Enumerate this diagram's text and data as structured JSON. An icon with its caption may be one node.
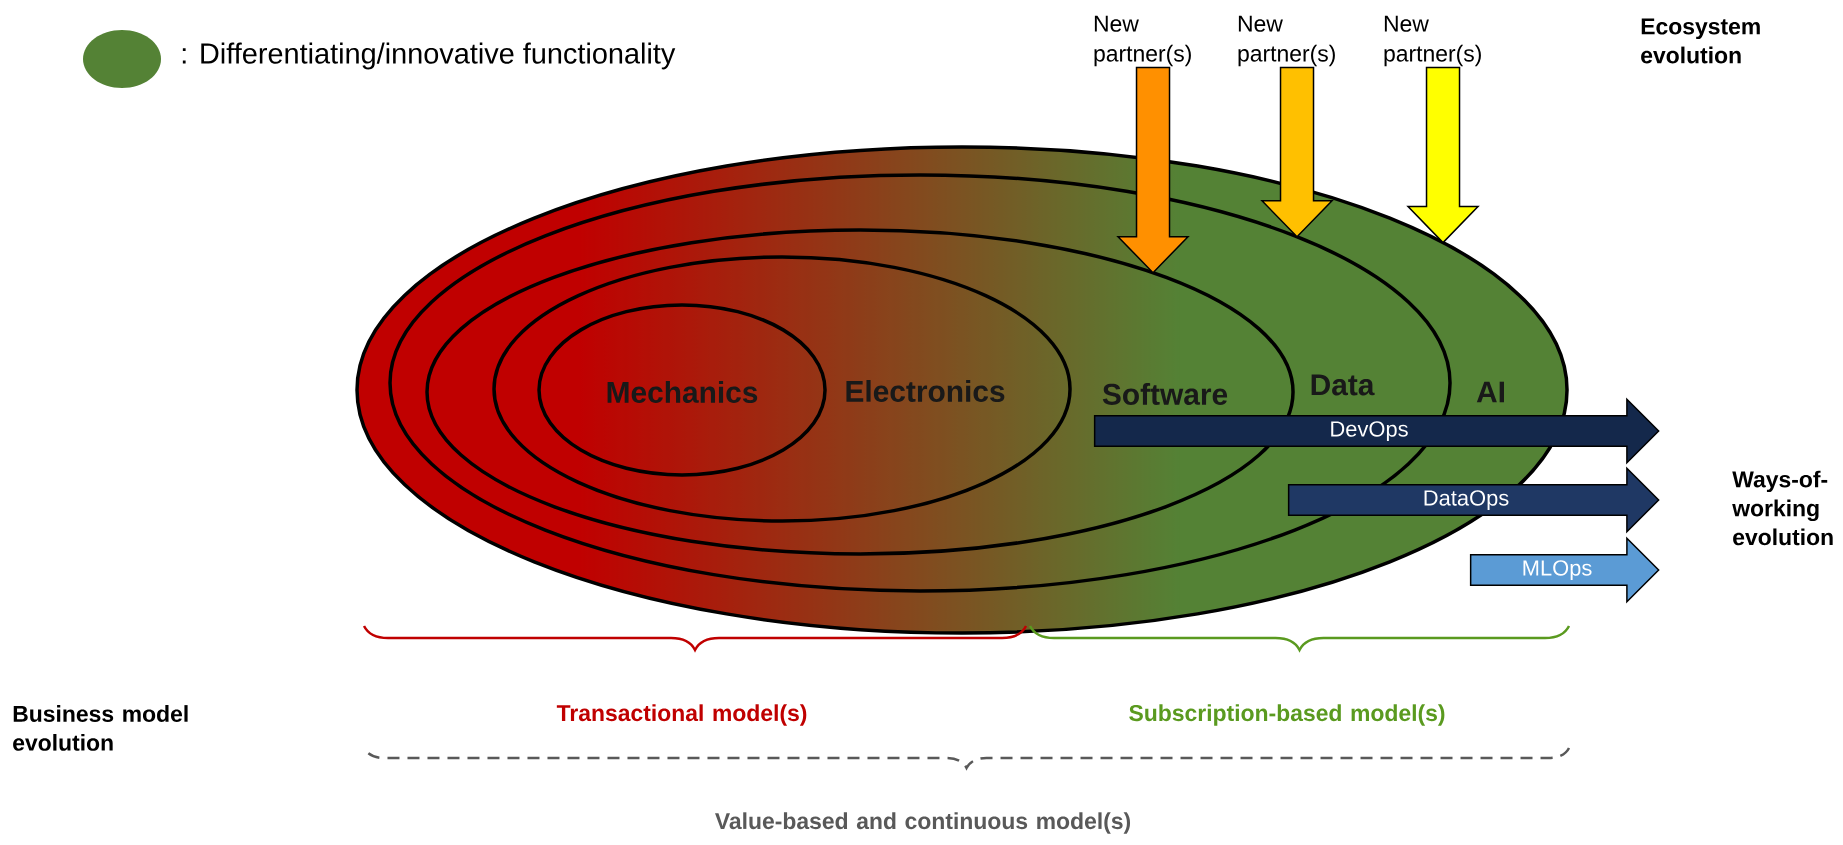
{
  "diagram": {
    "nodes": [
      {
        "text": [
          "AI"
        ]
      },
      {
        "text": [
          "Data"
        ],
        "in": 0
      },
      {
        "text": [
          "Software"
        ],
        "in": 1
      },
      {
        "text": [
          "Electronics"
        ],
        "in": 2
      },
      {
        "text": [
          "Mechanics"
        ],
        "in": 3
      },
      {
        "text": [
          "New partner(s)"
        ]
      },
      {
        "text": [
          "New partner(s)"
        ]
      },
      {
        "text": [
          "New partner(s)"
        ]
      },
      {
        "text": [
          "DevOps"
        ]
      },
      {
        "text": [
          "DataOps"
        ]
      },
      {
        "text": [
          "MLOps"
        ]
      }
    ],
    "edges": [
      {
        "from": 5,
        "to": 2,
        "arrow": "to",
        "color": "#ff9000"
      },
      {
        "from": 6,
        "to": 1,
        "arrow": "to",
        "color": "#ffc000"
      },
      {
        "from": 7,
        "to": 0,
        "arrow": "to",
        "color": "#ffff00"
      }
    ],
    "labels": [
      "Ecosystem evolution",
      "Ways-of-working evolution",
      "Business model evolution",
      "Transactional model(s)",
      "Subscription-based model(s)",
      "Value-based and continuous model(s)"
    ],
    "legend": [
      {
        "text": ": Differentiating/innovative functionality",
        "color": "#548235"
      }
    ]
  }
}
